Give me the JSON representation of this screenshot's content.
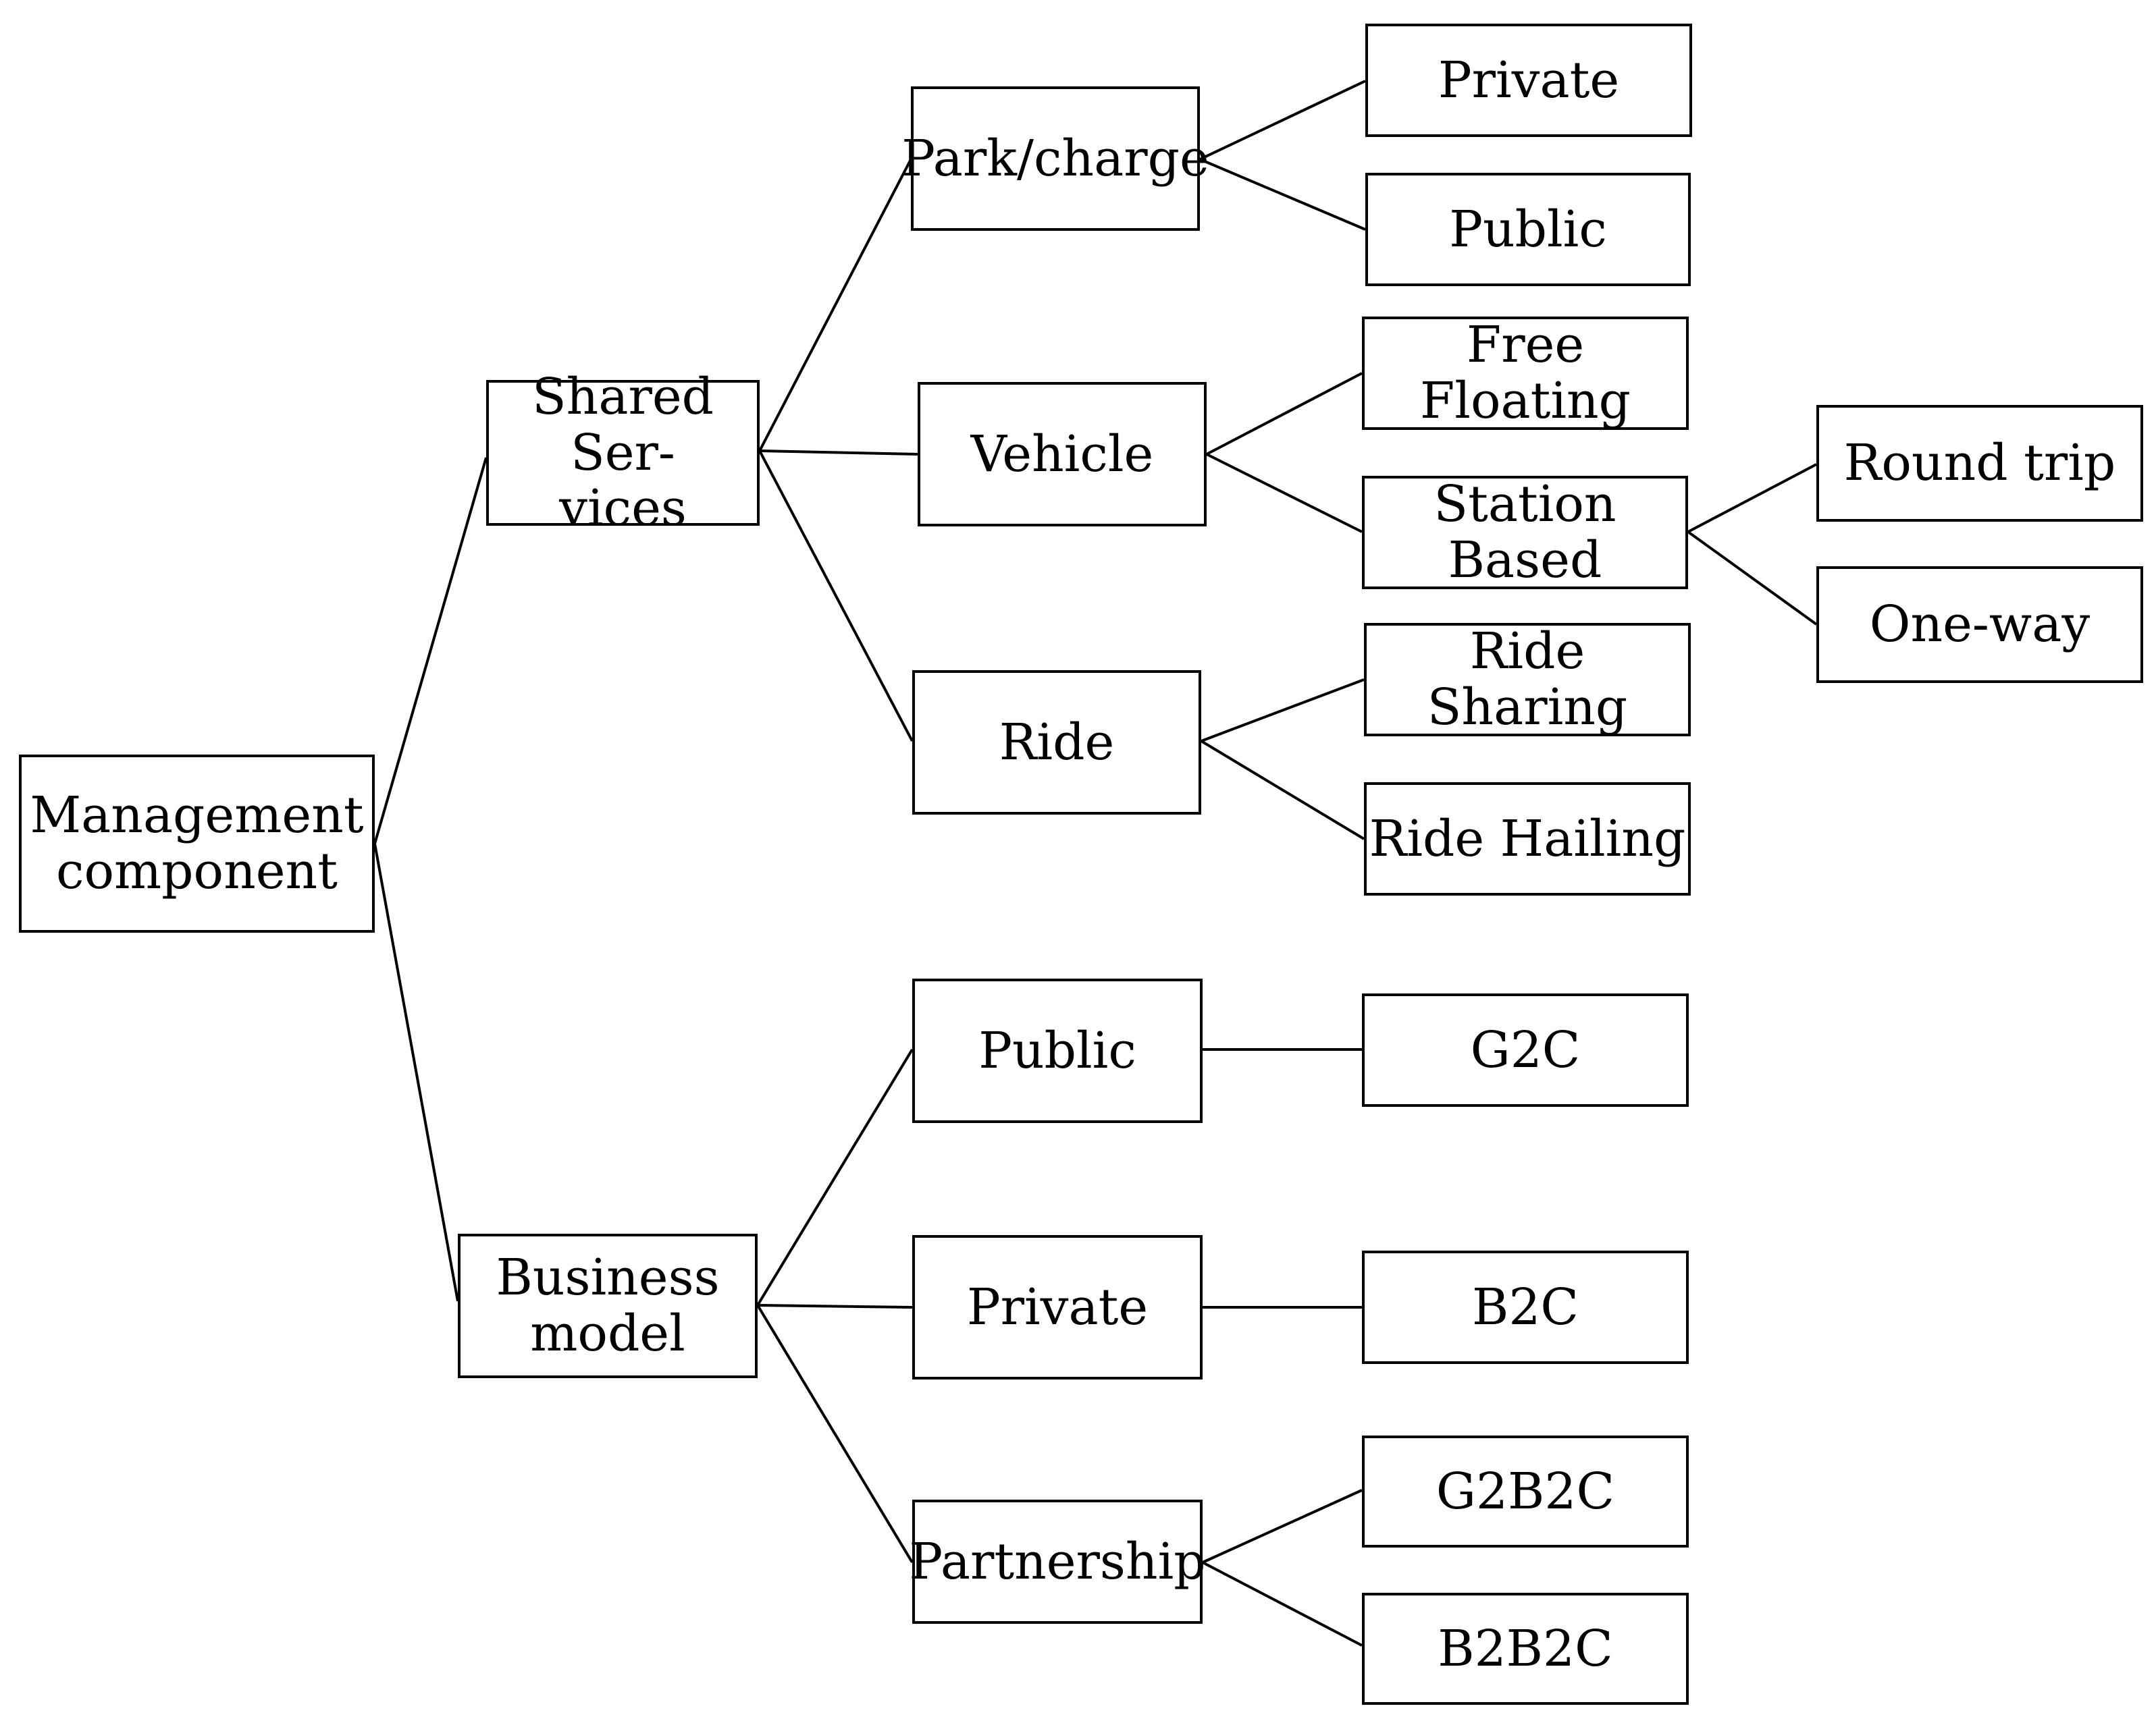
{
  "diagram": {
    "root": "Management\ncomponent",
    "shared_services": "Shared Ser-\nvices",
    "park_charge": "Park/charge",
    "pc_private": "Private",
    "pc_public": "Public",
    "vehicle": "Vehicle",
    "free_floating": "Free Floating",
    "station_based": "Station Based",
    "round_trip": "Round trip",
    "one_way": "One-way",
    "ride": "Ride",
    "ride_sharing": "Ride Sharing",
    "ride_hailing": "Ride Hailing",
    "business_model": "Business\nmodel",
    "bm_public": "Public",
    "g2c": "G2C",
    "bm_private": "Private",
    "b2c": "B2C",
    "partnership": "Partnership",
    "g2b2c": "G2B2C",
    "b2b2c": "B2B2C"
  }
}
